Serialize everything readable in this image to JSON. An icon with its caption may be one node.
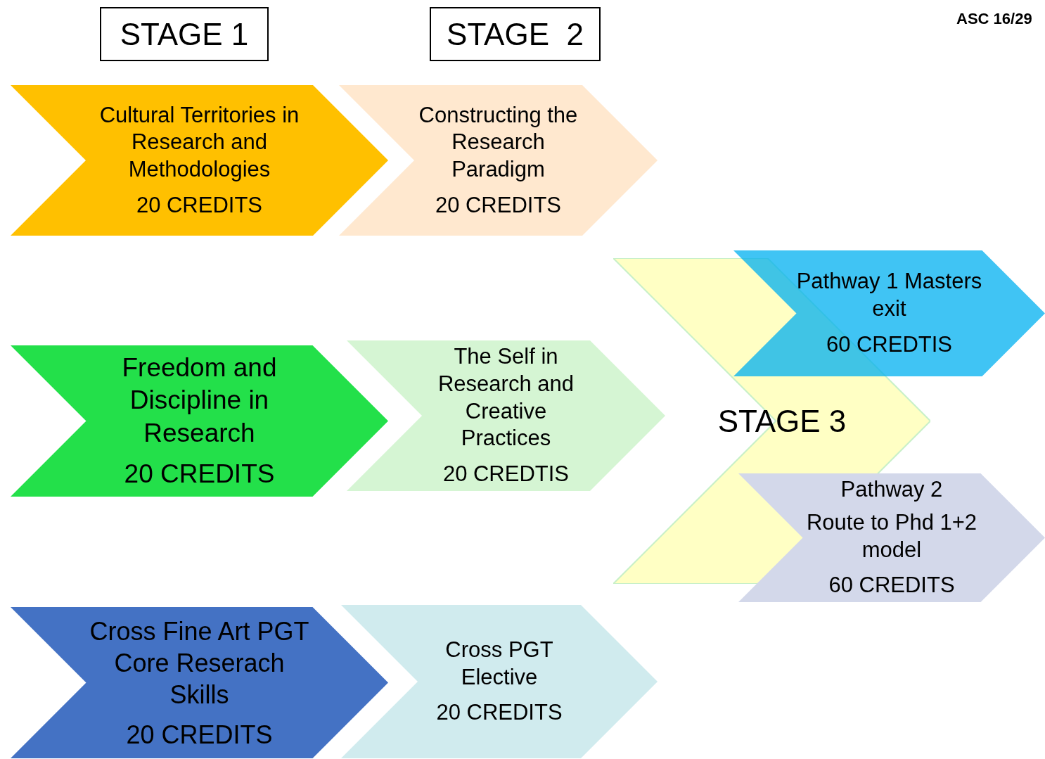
{
  "diagram": {
    "nodes": [
      {
        "text": [
          "STAGE 1"
        ]
      },
      {
        "text": [
          "STAGE  2"
        ]
      },
      {
        "text": [
          "Cultural Territories in Research and Methodologies",
          "20 CREDITS"
        ]
      },
      {
        "text": [
          "Constructing the  Research Paradigm",
          "20 CREDITS"
        ]
      },
      {
        "text": [
          "STAGE 3"
        ]
      },
      {
        "text": [
          "Pathway 1 Masters exit",
          "60 CREDTIS"
        ]
      },
      {
        "text": [
          "Freedom and Discipline in Research",
          "20 CREDITS"
        ]
      },
      {
        "text": [
          "The Self in Research and Creative Practices",
          "20 CREDTIS"
        ]
      },
      {
        "text": [
          "Pathway 2",
          "Route to Phd 1+2 model",
          "60 CREDITS"
        ]
      },
      {
        "text": [
          "Cross Fine Art PGT Core Reserach Skills",
          "20 CREDITS"
        ]
      },
      {
        "text": [
          "Cross PGT Elective",
          "20 CREDITS"
        ]
      }
    ],
    "labels": [
      "ASC 16/29"
    ]
  }
}
